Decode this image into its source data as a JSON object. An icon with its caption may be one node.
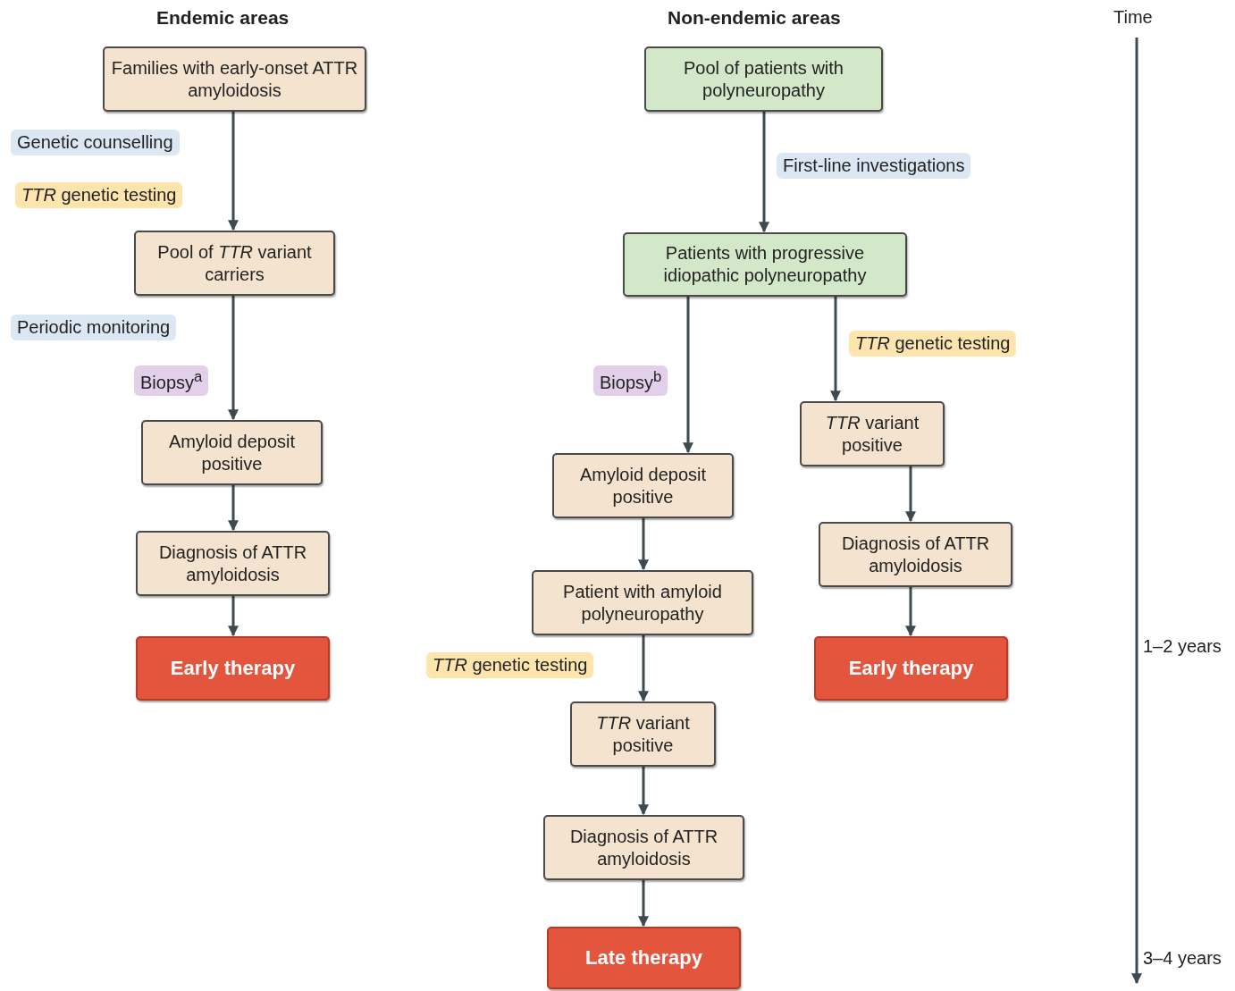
{
  "diagram": {
    "nodes": [
      {
        "text": [
          "Families with early-onset ATTR amyloidosis"
        ]
      },
      {
        "text": [
          "Pool of *TTR* variant carriers"
        ]
      },
      {
        "text": [
          "Amyloid deposit positive"
        ]
      },
      {
        "text": [
          "Diagnosis of ATTR amyloidosis"
        ]
      },
      {
        "text": [
          "Early therapy"
        ]
      },
      {
        "text": [
          "Pool of patients with polyneuropathy"
        ]
      },
      {
        "text": [
          "Patients with progressive idiopathic polyneuropathy"
        ]
      },
      {
        "text": [
          "Amyloid deposit positive"
        ]
      },
      {
        "text": [
          "Patient with amyloid polyneuropathy"
        ]
      },
      {
        "text": [
          "*TTR* variant positive"
        ]
      },
      {
        "text": [
          "Diagnosis of ATTR amyloidosis"
        ]
      },
      {
        "text": [
          "Late therapy"
        ]
      },
      {
        "text": [
          "*TTR* variant positive"
        ]
      },
      {
        "text": [
          "Diagnosis of ATTR amyloidosis"
        ]
      },
      {
        "text": [
          "Early therapy"
        ]
      }
    ],
    "edges": [
      {
        "from": 0,
        "to": 1,
        "arrow": "to"
      },
      {
        "from": 1,
        "to": 2,
        "arrow": "to"
      },
      {
        "from": 2,
        "to": 3,
        "arrow": "to"
      },
      {
        "from": 3,
        "to": 4,
        "arrow": "to"
      },
      {
        "from": 5,
        "to": 6,
        "arrow": "to"
      },
      {
        "from": 6,
        "to": 7,
        "arrow": "to"
      },
      {
        "from": 7,
        "to": 8,
        "arrow": "to"
      },
      {
        "from": 8,
        "to": 9,
        "arrow": "to"
      },
      {
        "from": 9,
        "to": 10,
        "arrow": "to"
      },
      {
        "from": 10,
        "to": 11,
        "arrow": "to"
      },
      {
        "from": 6,
        "to": 12,
        "arrow": "to"
      },
      {
        "from": 12,
        "to": 13,
        "arrow": "to"
      },
      {
        "from": 13,
        "to": 14,
        "arrow": "to"
      }
    ],
    "labels": [
      "Endemic areas",
      "Non-endemic areas",
      "Time",
      "Genetic counselling",
      "First-line investigations",
      "*TTR* genetic testing",
      "Periodic monitoring",
      "*TTR* genetic testing",
      "Biopsy$^{a}$",
      "Biopsy$^{b}$",
      "1–2 years",
      "*TTR* genetic testing",
      "3–4 years"
    ]
  }
}
